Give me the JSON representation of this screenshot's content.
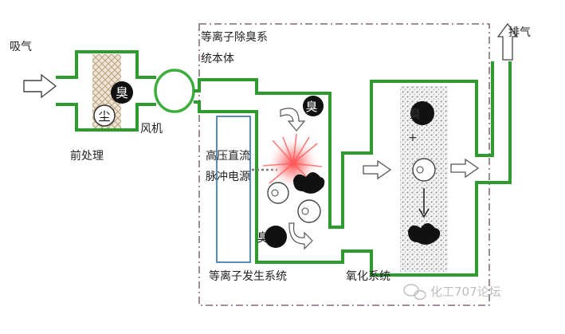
{
  "labels": {
    "intake": "吸气",
    "exhaust": "排气",
    "pretreatment": "前处理",
    "fan": "风机",
    "system_body_line1": "等离子除臭系",
    "system_body_line2": "统本体",
    "power_line1": "高压直流",
    "power_line2": "脉冲电源",
    "plasma_system": "等离子发生系统",
    "oxidation_system": "氧化系统",
    "watermark": "化工707论坛"
  },
  "particles": {
    "odor": "臭",
    "dust": "尘",
    "plus": "+"
  },
  "colors": {
    "pipe": "#2e9b2e",
    "pipe_dark": "#1f7d1f",
    "fan_ring": "#3cae3c",
    "power_box": "#2f6fa8",
    "dash_box": "#6b4a5e",
    "odor_fill": "#111111",
    "filter_fill": "#d9c8ac"
  }
}
